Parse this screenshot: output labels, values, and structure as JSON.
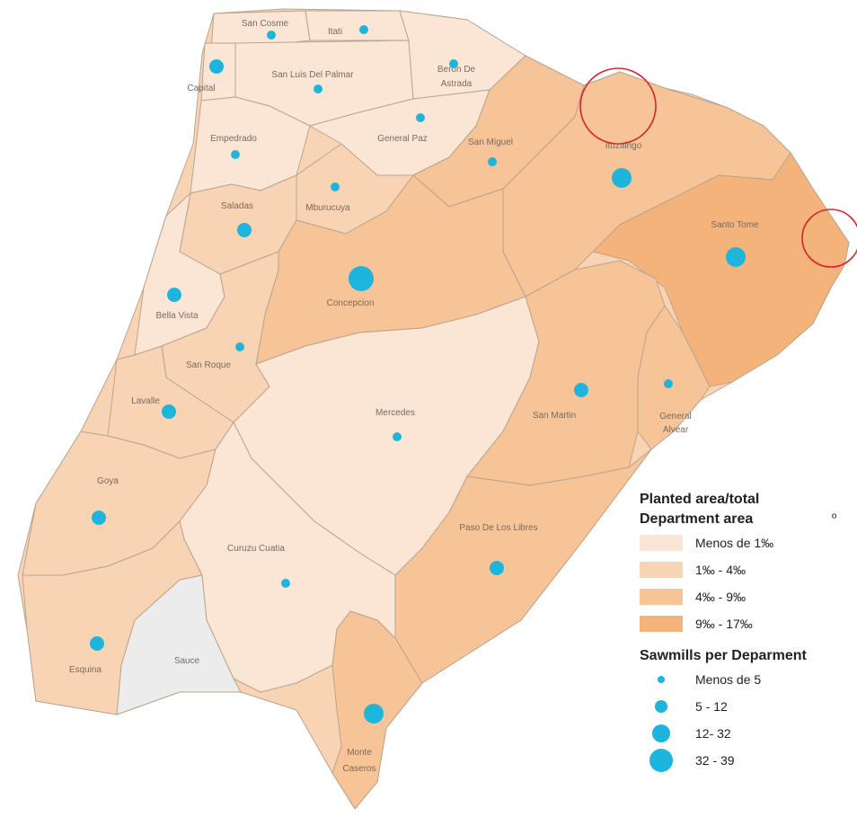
{
  "map": {
    "departments": [
      {
        "name": "San Cosme",
        "class": "1"
      },
      {
        "name": "Itati",
        "class": "1"
      },
      {
        "name": "Capital",
        "class": "1"
      },
      {
        "name": "San Luis Del Palmar",
        "class": "1"
      },
      {
        "name": "Beron De Astrada",
        "class": "1"
      },
      {
        "name": "Empedrado",
        "class": "1"
      },
      {
        "name": "General Paz",
        "class": "1"
      },
      {
        "name": "Mburucuya",
        "class": "2"
      },
      {
        "name": "Saladas",
        "class": "2"
      },
      {
        "name": "San Miguel",
        "class": "3"
      },
      {
        "name": "Ituzaingo",
        "class": "3"
      },
      {
        "name": "Santo Tome",
        "class": "4"
      },
      {
        "name": "Concepcion",
        "class": "3"
      },
      {
        "name": "Bella Vista",
        "class": "1"
      },
      {
        "name": "San Roque",
        "class": "2"
      },
      {
        "name": "Lavalle",
        "class": "2"
      },
      {
        "name": "Mercedes",
        "class": "1"
      },
      {
        "name": "San Martin",
        "class": "3"
      },
      {
        "name": "General Alvear",
        "class": "3"
      },
      {
        "name": "Goya",
        "class": "2"
      },
      {
        "name": "Paso De Los Libres",
        "class": "3"
      },
      {
        "name": "Curuzu Cuatia",
        "class": "1"
      },
      {
        "name": "Sauce",
        "class": "none"
      },
      {
        "name": "Esquina",
        "class": "2"
      },
      {
        "name": "Monte Caseros",
        "class": "3"
      }
    ],
    "sawmills": [
      {
        "department": "San Cosme",
        "class": "Menos de 5"
      },
      {
        "department": "Itati",
        "class": "Menos de 5"
      },
      {
        "department": "Capital",
        "class": "5 - 12"
      },
      {
        "department": "San Luis Del Palmar",
        "class": "Menos de 5"
      },
      {
        "department": "Beron De Astrada",
        "class": "Menos de 5"
      },
      {
        "department": "General Paz",
        "class": "Menos de 5"
      },
      {
        "department": "Empedrado",
        "class": "Menos de 5"
      },
      {
        "department": "San Miguel",
        "class": "Menos de 5"
      },
      {
        "department": "Ituzaingo",
        "class": "12- 32"
      },
      {
        "department": "Mburucuya",
        "class": "Menos de 5"
      },
      {
        "department": "Saladas",
        "class": "5 - 12"
      },
      {
        "department": "Santo Tome",
        "class": "12- 32"
      },
      {
        "department": "Concepcion",
        "class": "32 - 39"
      },
      {
        "department": "Bella Vista",
        "class": "5 - 12"
      },
      {
        "department": "San Roque",
        "class": "Menos de 5"
      },
      {
        "department": "San Martin",
        "class": "5 - 12"
      },
      {
        "department": "General Alvear",
        "class": "Menos de 5"
      },
      {
        "department": "Lavalle",
        "class": "5 - 12"
      },
      {
        "department": "Mercedes",
        "class": "Menos de 5"
      },
      {
        "department": "Goya",
        "class": "5 - 12"
      },
      {
        "department": "Paso De Los Libres",
        "class": "5 - 12"
      },
      {
        "department": "Curuzu Cuatia",
        "class": "Menos de 5"
      },
      {
        "department": "Esquina",
        "class": "5 - 12"
      },
      {
        "department": "Monte Caseros",
        "class": "12- 32"
      }
    ]
  },
  "colors": {
    "class_1": "#fbe6d6",
    "class_2": "#f9d4b4",
    "class_3": "#f6c497",
    "class_4": "#f3b37a",
    "no_data": "#ececec",
    "sawmill": "#1eb5dc",
    "highlight": "#d6242a"
  },
  "legend": {
    "area_title_1": "Planted area/total",
    "area_title_2": "Department area",
    "area_classes": [
      "Menos de 1‰",
      "1‰ - 4‰",
      "4‰ - 9‰",
      "9‰ - 17‰"
    ],
    "sawmill_title": "Sawmills per Deparment",
    "sawmill_classes": [
      "Menos de 5",
      "5 - 12",
      "12- 32",
      "32 - 39"
    ],
    "stray_mark": "º"
  }
}
